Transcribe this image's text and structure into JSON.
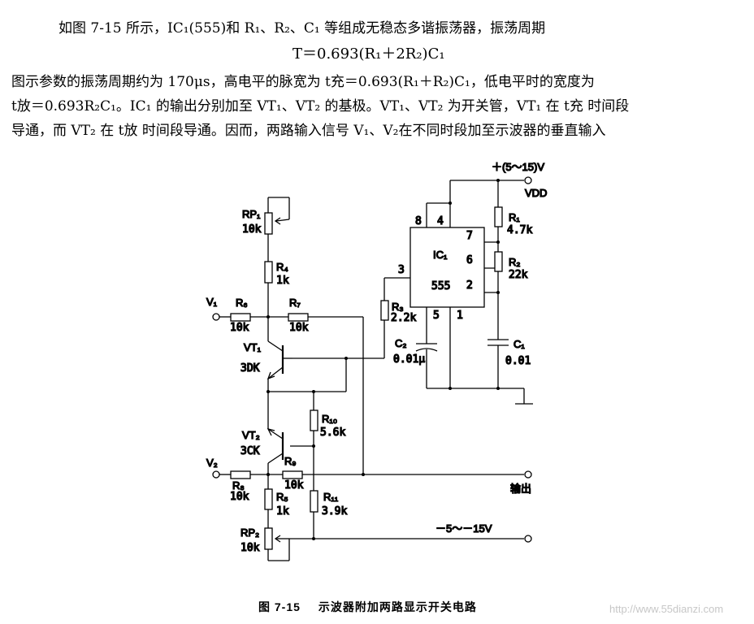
{
  "paragraph1": "如图 7-15 所示，IC₁(555)和 R₁、R₂、C₁ 等组成无稳态多谐振荡器，振荡周期",
  "formula": "T＝0.693(R₁＋2R₂)C₁",
  "paragraph2": {
    "line1": "图示参数的振荡周期约为 170μs，高电平的脉宽为 t充＝0.693(R₁＋R₂)C₁，低电平时的宽度为",
    "line2": "t放＝0.693R₂C₁。IC₁ 的输出分别加至 VT₁、VT₂ 的基极。VT₁、VT₂ 为开关管，VT₁ 在 t充 时间段",
    "line3": "导通，而 VT₂ 在 t放 时间段导通。因而，两路输入信号 V₁、V₂在不同时段加至示波器的垂直输入"
  },
  "circuit": {
    "supply_label": "＋(5～15)V",
    "vdd_label": "VDD",
    "ic": {
      "name": "IC₁",
      "type": "555",
      "pins": [
        "8",
        "4",
        "7",
        "6",
        "2",
        "3",
        "5",
        "1"
      ]
    },
    "components": [
      {
        "ref": "RP₁",
        "value": "10k"
      },
      {
        "ref": "R₄",
        "value": "1k"
      },
      {
        "ref": "R₆",
        "value": "10k"
      },
      {
        "ref": "R₇",
        "value": "10k"
      },
      {
        "ref": "R₃",
        "value": "2.2k"
      },
      {
        "ref": "R₁",
        "value": "4.7k"
      },
      {
        "ref": "R₂",
        "value": "22k"
      },
      {
        "ref": "C₂",
        "value": "0.01μ"
      },
      {
        "ref": "C₁",
        "value": "0.01"
      },
      {
        "ref": "VT₁",
        "value": "3DK"
      },
      {
        "ref": "VT₂",
        "value": "3CK"
      },
      {
        "ref": "R₁₀",
        "value": "5.6k"
      },
      {
        "ref": "R₉",
        "value": "10k"
      },
      {
        "ref": "R₈",
        "value": "10k"
      },
      {
        "ref": "R₅",
        "value": "1k"
      },
      {
        "ref": "R₁₁",
        "value": "3.9k"
      },
      {
        "ref": "RP₂",
        "value": "10k"
      }
    ],
    "input1": "V₁",
    "input2": "V₂",
    "output_label": "输出",
    "neg_supply_label": "－5～－15V"
  },
  "caption": {
    "number": "图 7-15",
    "title": "示波器附加两路显示开关电路"
  },
  "watermark": "http://www.55dianzi.com"
}
